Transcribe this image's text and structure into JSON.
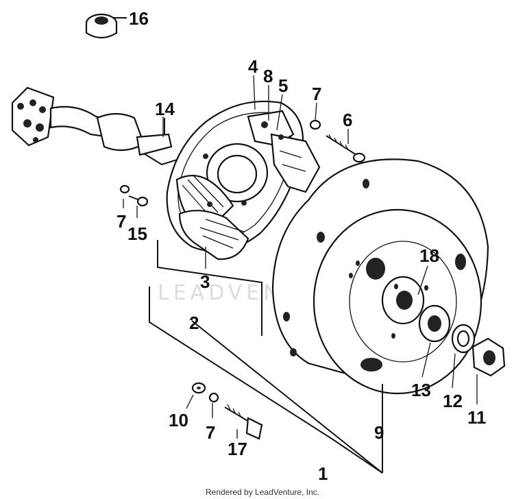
{
  "diagram": {
    "watermark": "LEADVENTURE",
    "footer": "Rendered by LeadVenture, Inc.",
    "callouts": {
      "c1": "1",
      "c2": "2",
      "c3": "3",
      "c4": "4",
      "c5": "5",
      "c6": "6",
      "c7a": "7",
      "c7b": "7",
      "c7c": "7",
      "c8": "8",
      "c9": "9",
      "c10": "10",
      "c11": "11",
      "c12": "12",
      "c13": "13",
      "c14": "14",
      "c15": "15",
      "c16": "16",
      "c17": "17",
      "c18": "18"
    }
  }
}
